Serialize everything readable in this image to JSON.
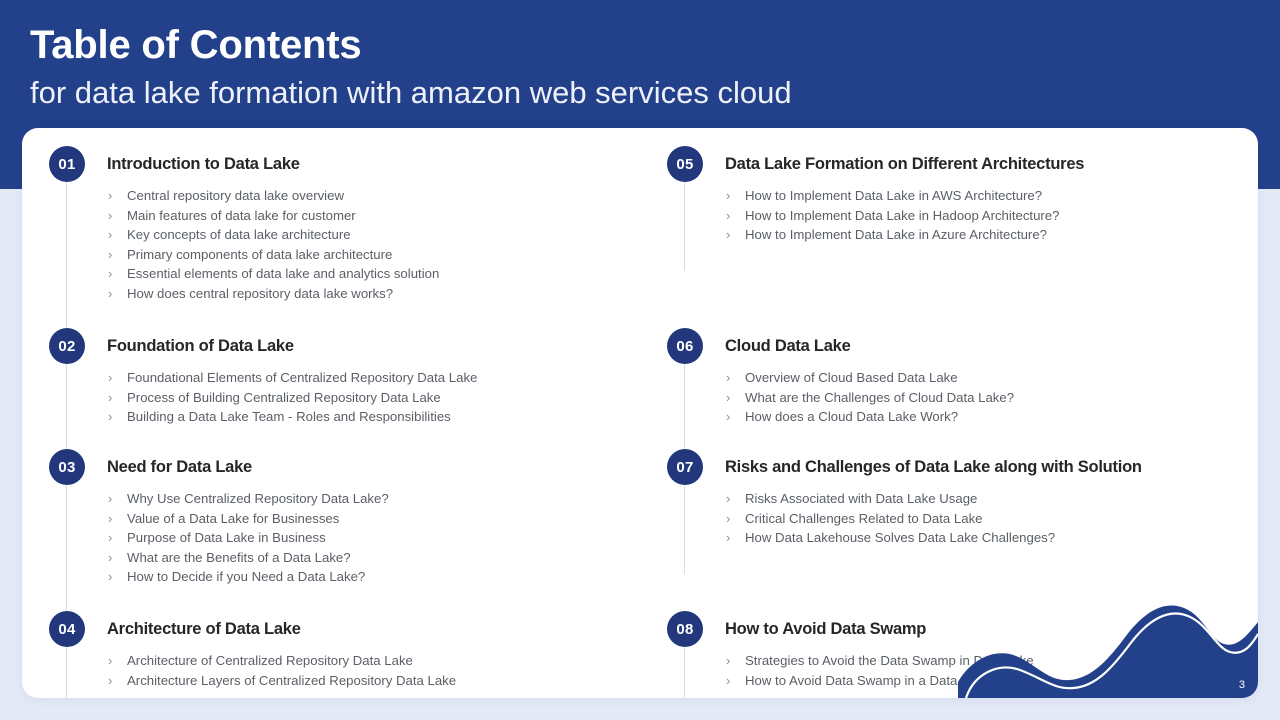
{
  "slide": {
    "title_main": "Table of Contents",
    "title_sub": "for data lake formation with amazon web services cloud",
    "page_number": "3",
    "colors": {
      "header_blue": "#23408a",
      "badge_blue": "#22377c",
      "page_background": "#e4e9f6",
      "card_background": "#ffffff",
      "title_text": "#ffffff",
      "section_title_text": "#262626",
      "item_text": "#5a5f66",
      "bullet_chevron": "#8a8f99",
      "connector_line": "#d8dce6"
    },
    "bullet_glyph": "›"
  },
  "columns": [
    {
      "sections": [
        {
          "number": "01",
          "title": "Introduction to Data Lake",
          "items": [
            "Central repository data lake overview",
            "Main features of data lake for customer",
            "Key concepts of data lake architecture",
            "Primary components of data lake architecture",
            "Essential elements of data lake and analytics solution",
            "How does central repository data lake works?"
          ]
        },
        {
          "number": "02",
          "title": "Foundation of Data Lake",
          "items": [
            "Foundational Elements of Centralized Repository Data Lake",
            "Process of Building Centralized Repository Data Lake",
            "Building a Data Lake Team - Roles and Responsibilities"
          ]
        },
        {
          "number": "03",
          "title": "Need for Data Lake",
          "items": [
            "Why Use Centralized Repository Data Lake?",
            "Value of a Data Lake for Businesses",
            "Purpose of Data Lake in Business",
            "What are the Benefits of a Data Lake?",
            "How to Decide if you Need a Data Lake?"
          ]
        },
        {
          "number": "04",
          "title": "Architecture of Data Lake",
          "items": [
            "Architecture of Centralized Repository Data Lake",
            "Architecture Layers of Centralized Repository Data Lake"
          ]
        }
      ]
    },
    {
      "sections": [
        {
          "number": "05",
          "title": "Data Lake Formation on Different Architectures",
          "items": [
            "How to Implement  Data Lake in AWS Architecture?",
            "How to Implement  Data Lake in Hadoop Architecture?",
            "How to Implement  Data Lake in Azure Architecture?"
          ]
        },
        {
          "number": "06",
          "title": "Cloud Data Lake",
          "items": [
            "Overview of Cloud Based Data Lake",
            "What are the Challenges of Cloud Data Lake?",
            "How does a Cloud Data Lake Work?"
          ]
        },
        {
          "number": "07",
          "title": "Risks and Challenges of Data Lake along with Solution",
          "items": [
            "Risks Associated with Data Lake Usage",
            "Critical Challenges Related to Data Lake",
            "How Data Lakehouse Solves Data Lake Challenges?"
          ]
        },
        {
          "number": "08",
          "title": "How to Avoid Data Swamp",
          "items": [
            "Strategies to Avoid the Data Swamp in Data Lake",
            "How to Avoid Data Swamp in a Data Lake?"
          ]
        }
      ]
    }
  ]
}
